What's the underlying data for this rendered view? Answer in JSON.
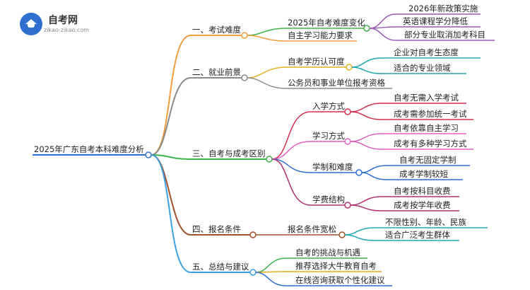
{
  "logo": {
    "title": "自考网",
    "url": "zikao-zikao.com"
  },
  "root": "2025年广东自考本科难度分析",
  "branches": {
    "b1": {
      "label": "一、考试难度",
      "c1": "2025年自考难度变化",
      "c1a": "2026年新政策实施",
      "c1b": "英语课程学分降低",
      "c1c": "部分专业取消加考科目",
      "c2": "自主学习能力要求"
    },
    "b2": {
      "label": "二、就业前景",
      "c1": "自考学历认可度",
      "c1a": "企业对自考生态度",
      "c1b": "适合的专业领域",
      "c2": "公务员和事业单位报考资格"
    },
    "b3": {
      "label": "三、自考与成考区别",
      "c1": "入学方式",
      "c1a": "自考无需入学考试",
      "c1b": "成考需参加统一考试",
      "c2": "学习方式",
      "c2a": "自考依靠自主学习",
      "c2b": "成考有多种学习方式",
      "c3": "学制和难度",
      "c3a": "自考无固定学制",
      "c3b": "成考学制较短",
      "c4": "学费结构",
      "c4a": "自考按科目收费",
      "c4b": "成考按学年收费"
    },
    "b4": {
      "label": "四、报名条件",
      "c1": "报名条件宽松",
      "c1a": "不限性别、年龄、民族",
      "c1b": "适合广泛考生群体"
    },
    "b5": {
      "label": "五、总结与建议",
      "c1": "自考的挑战与机遇",
      "c2": "推荐选择大牛教育自考",
      "c3": "在线咨询获取个性化建议"
    }
  },
  "colors": {
    "b1": "#f39c3c",
    "b2": "#8a8a8a",
    "b3": "#e04848",
    "b4": "#a0522d",
    "b5": "#3aa0e0",
    "b1c1": "#3cb54a",
    "b1c1x": "#9b59b6",
    "b2c1": "#e0b020",
    "b2c1x": "#20a8b0",
    "b3c1": "#d03050",
    "b3c2": "#e060c0",
    "b3c3": "#2f6fd0",
    "b3c4": "#b03070",
    "root": "#2f6fd0"
  }
}
